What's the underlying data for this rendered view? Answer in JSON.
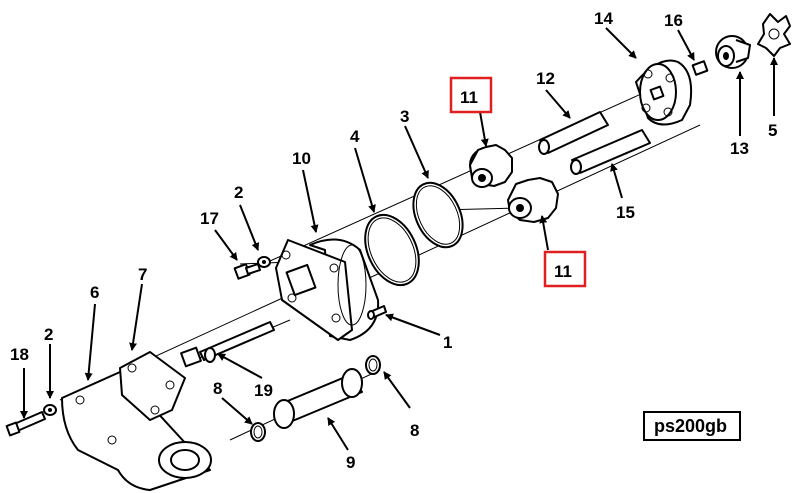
{
  "diagram": {
    "reference_code": "ps200gb",
    "callouts": {
      "c1": "1",
      "c2a": "2",
      "c2b": "2",
      "c3": "3",
      "c4": "4",
      "c5": "5",
      "c6": "6",
      "c7": "7",
      "c8a": "8",
      "c8b": "8",
      "c9": "9",
      "c10": "10",
      "c11a": "11",
      "c11b": "11",
      "c12": "12",
      "c13": "13",
      "c14": "14",
      "c15": "15",
      "c16": "16",
      "c17": "17",
      "c18": "18",
      "c19": "19"
    },
    "highlight_color": "#e02020"
  }
}
